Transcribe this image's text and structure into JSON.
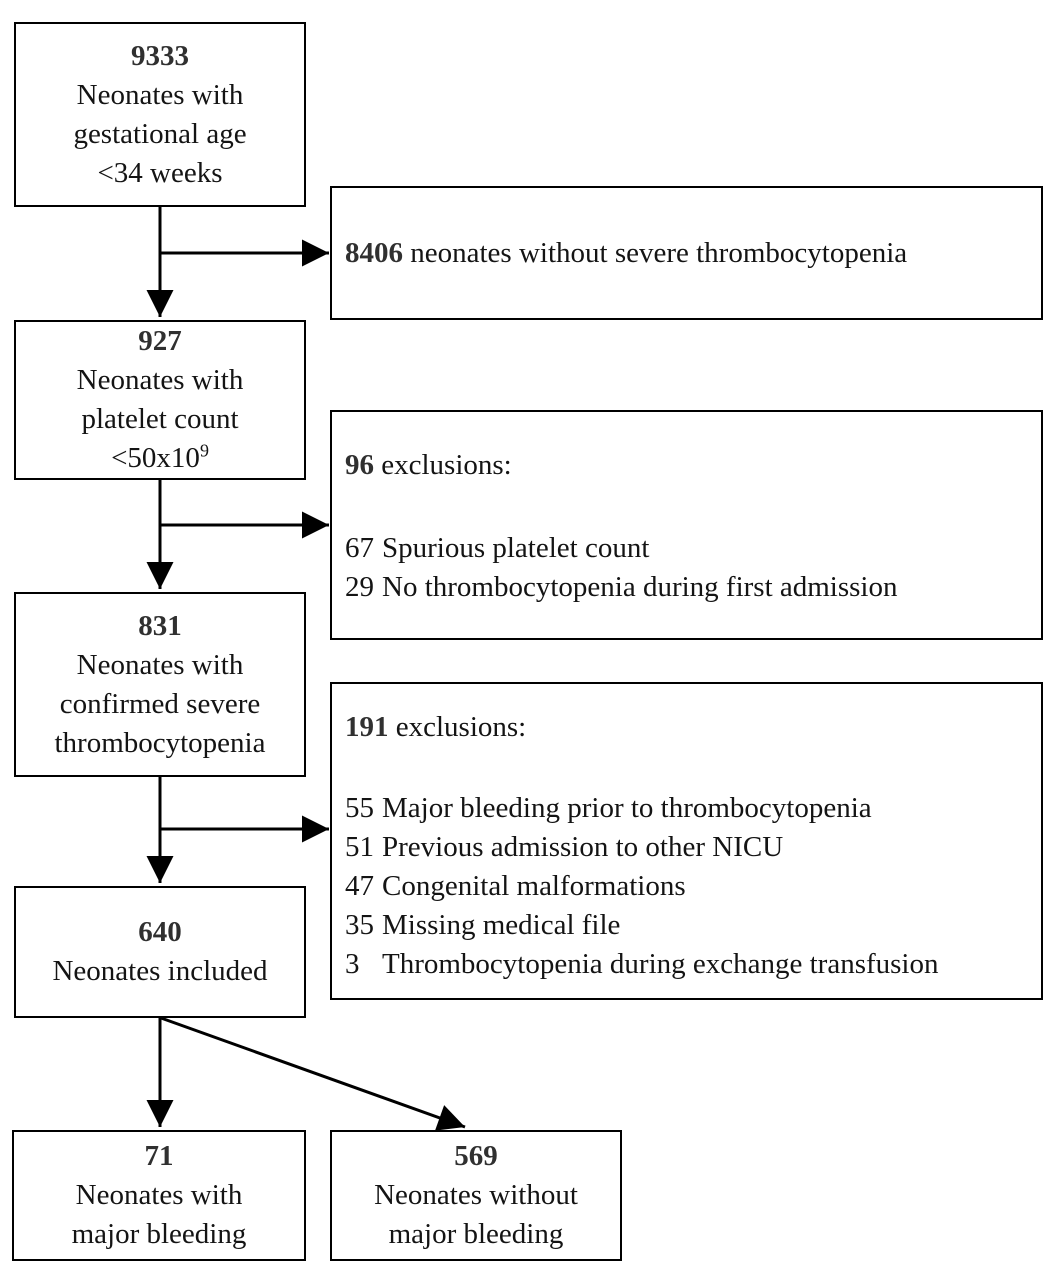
{
  "diagram": {
    "type": "patient-flow-diagram",
    "colors": {
      "border": "#000000",
      "text": "#141414",
      "count": "#303030",
      "background": "#ffffff"
    },
    "boxes": {
      "total": {
        "count": "9333",
        "lines": [
          "Neonates with",
          "gestational age",
          "<34 weeks"
        ]
      },
      "no_severe": {
        "count": "8406",
        "text": "neonates without severe thrombocytopenia"
      },
      "platelet": {
        "count": "927",
        "lines": [
          "Neonates with",
          "platelet count"
        ],
        "line3_base": "<50x10",
        "line3_sup": "9"
      },
      "excl96": {
        "count": "96",
        "title": "exclusions:",
        "items": [
          {
            "num": "67",
            "text": "Spurious platelet count"
          },
          {
            "num": "29",
            "text": "No thrombocytopenia during first admission"
          }
        ]
      },
      "confirmed": {
        "count": "831",
        "lines": [
          "Neonates with",
          "confirmed severe",
          "thrombocytopenia"
        ]
      },
      "excl191": {
        "count": "191",
        "title": "exclusions:",
        "items": [
          {
            "num": "55",
            "text": "Major bleeding prior to thrombocytopenia"
          },
          {
            "num": "51",
            "text": "Previous admission to other NICU"
          },
          {
            "num": "47",
            "text": "Congenital malformations"
          },
          {
            "num": "35",
            "text": "Missing medical file"
          },
          {
            "num": "3",
            "text": "Thrombocytopenia during exchange transfusion"
          }
        ]
      },
      "included": {
        "count": "640",
        "line": "Neonates included"
      },
      "major": {
        "count": "71",
        "lines": [
          "Neonates with",
          "major bleeding"
        ]
      },
      "no_major": {
        "count": "569",
        "lines": [
          "Neonates without",
          "major bleeding"
        ]
      }
    }
  }
}
